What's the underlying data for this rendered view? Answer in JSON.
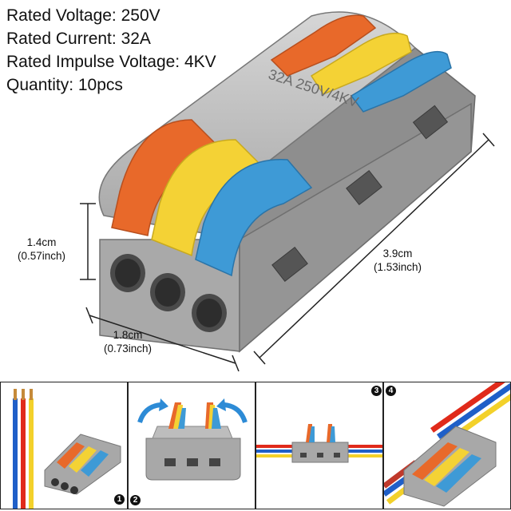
{
  "specs": {
    "voltage": "Rated Voltage: 250V",
    "current": "Rated Current: 32A",
    "impulse": "Rated Impulse Voltage: 4KV",
    "quantity": "Quantity: 10pcs"
  },
  "product": {
    "marking": "32A 250V/4KV",
    "lever_colors": [
      "#e8692a",
      "#f4d235",
      "#3e9ad6"
    ],
    "housing_color": "#9c9c9c"
  },
  "dimensions": {
    "height_cm": "1.4cm",
    "height_in": "(0.57inch)",
    "width_cm": "1.8cm",
    "width_in": "(0.73inch)",
    "length_cm": "3.9cm",
    "length_in": "(1.53inch)"
  },
  "steps": {
    "step1": "1",
    "step2": "2",
    "step3": "3",
    "step4": "4"
  }
}
